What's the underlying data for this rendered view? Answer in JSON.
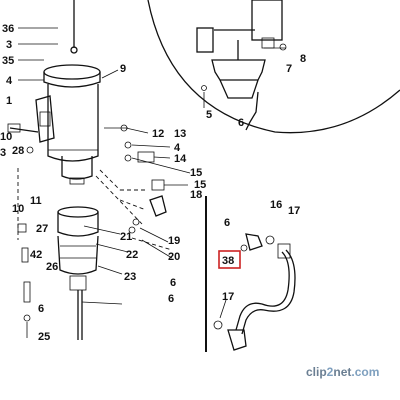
{
  "diagram": {
    "callouts": {
      "c36": "36",
      "c3": "3",
      "c35": "35",
      "c4a": "4",
      "c1": "1",
      "c9": "9",
      "c7": "7",
      "c8": "8",
      "c5": "5",
      "c6_inset": "6",
      "c10a": "10",
      "c28": "28",
      "c3b": "3",
      "c12": "12",
      "c13": "13",
      "c4b": "4",
      "c14": "14",
      "c15a": "15",
      "c15b": "15",
      "c18": "18",
      "c10b": "10",
      "c11": "11",
      "c16": "16",
      "c17a": "17",
      "c6b": "6",
      "c27": "27",
      "c21": "21",
      "c19": "19",
      "c42": "42",
      "c26": "26",
      "c22": "22",
      "c20": "20",
      "c23": "23",
      "c6c": "6",
      "c6d": "6",
      "c17b": "17",
      "c25": "25",
      "c38": "38"
    },
    "highlight_color": "#cc2222",
    "highlight_item": "c38"
  },
  "watermark": {
    "part1": "clip",
    "part2": "2",
    "part3": "net",
    "part4": ".com"
  }
}
